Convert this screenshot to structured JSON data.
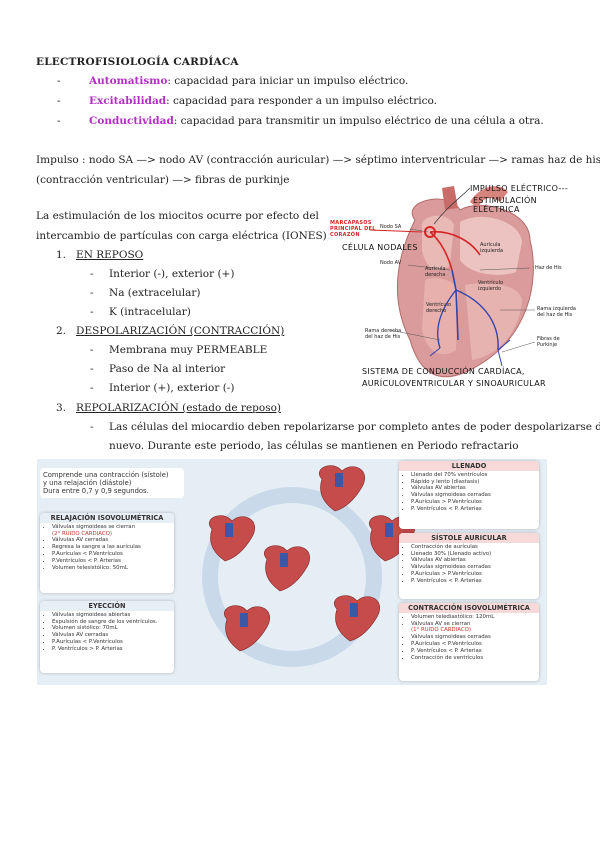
{
  "title": "ELECTROFISIOLOGÍA CARDÍACA",
  "properties": [
    {
      "term": "Automatismo",
      "desc": ": capacidad para iniciar un impulso eléctrico."
    },
    {
      "term": "Excitabilidad",
      "desc": ": capacidad para responder a un impulso eléctrico."
    },
    {
      "term": "Conductividad",
      "desc": ": capacidad para transmitir un impulso eléctrico de una célula a otra."
    }
  ],
  "impulse_line1": "Impulso : nodo SA —> nodo AV (contracción auricular) —> séptimo interventricular —> ramas haz de his",
  "impulse_line2": "(contracción ventricular) —> fibras de purkinje",
  "stim_line1": "La estimulación de los miocitos ocurre por efecto del",
  "stim_line2": "intercambio de partículas con carga eléctrica (IONES)",
  "phases": {
    "p1": {
      "num": "1.",
      "label": "EN REPOSO",
      "items": [
        "Interior (-), exterior (+)",
        "Na (extracelular)",
        "K (intracelular)"
      ]
    },
    "p2": {
      "num": "2.",
      "label": "DESPOLARIZACIÓN (CONTRACCIÓN)",
      "items": [
        "Membrana muy PERMEABLE",
        "Paso de Na al interior",
        "Interior (+), exterior (-)"
      ]
    },
    "p3": {
      "num": "3.",
      "label": "REPOLARIZACIÓN (estado de reposo)",
      "text1": "Las células del miocardio deben repolarizarse por completo antes de poder despolarizarse de",
      "text2": "nuevo. Durante este periodo, las células se mantienen en Periodo refractario"
    }
  },
  "heart_diagram": {
    "hand_top1": "IMPULSO ELÉCTRICO---",
    "hand_top2": "ESTIMULACIÓN ELÉCTRICA",
    "hand_marcapasos": "MARCAPASOS PRINCIPAL DEL CORAZÓN",
    "hand_nodales": "CÉLULA NODALES",
    "hand_bottom1": "SISTEMA DE CONDUCCIÓN CARDÍACA,",
    "hand_bottom2": "AURÍCULOVENTRICULAR Y SINOAURICULAR",
    "labels": {
      "nodo_sa": "Nodo SA",
      "nodo_av": "Nodo AV",
      "auricula_izq": "Aurícula izquierda",
      "auricula_der": "Aurícula derecha",
      "haz_his": "Haz de His",
      "ventriculo_izq": "Ventrículo izquierdo",
      "ventriculo_der": "Ventrículo derecho",
      "rama_izq": "Rama izquierda del haz de His",
      "rama_der": "Rama derecha del haz de His",
      "fibras": "Fibras de Purkinje"
    }
  },
  "cycle": {
    "intro": [
      "Comprende una contracción (sístole)",
      "y una relajación (diástole)",
      "Dura entre 0,7 y 0,9 segundos."
    ],
    "relajacion": {
      "title": "RELAJACIÓN ISOVOLUMÉTRICA",
      "items": [
        "Válvulas sigmoideas se cierran",
        "(2° RUIDO CARDIACO)",
        "Válvulas AV cerradas",
        "Regresa la sangre a las aurículas",
        "P.Aurículas < P.Ventrículos",
        "P.Ventrículos < P. Arterias",
        "Volumen telesistólico: 50mL"
      ]
    },
    "eyeccion": {
      "title": "EYECCIÓN",
      "items": [
        "Válvulas sigmoideas abiertas",
        "Expulsión de sangre de los ventrículos.",
        "Volumen sistólico: 70mL",
        "Válvulas AV cerradas",
        "P.Aurículas < P.Ventrículos",
        "P. Ventrículos > P. Arterias"
      ]
    },
    "llenado": {
      "title": "LLENADO",
      "items": [
        "Llenado del 70% ventrículos",
        "Rápido y lento (diastasis)",
        "Válvulas AV abiertas",
        "Válvulas sigmoideas cerradas",
        "P.Aurículas > P.Ventrículos",
        "P. Ventrículos < P. Arterias"
      ]
    },
    "sistole": {
      "title": "SÍSTOLE AURICULAR",
      "items": [
        "Contracción de aurículas",
        "Llenado 30% (Llenado activo)",
        "Válvulas AV abiertas",
        "Válvulas sigmoideas cerradas",
        "P.Aurículas > P.Ventrículos",
        "P. Ventrículos < P. Arterias"
      ]
    },
    "contraccion": {
      "title": "CONTRACCIÓN ISOVOLUMÉTRICA",
      "items": [
        "Volumen telediastólico: 120mL",
        "Válvulas AV se cierran",
        "(1° RUIDO CARDIACO)",
        "Válvulas sigmoideas cerradas",
        "P.Aurículas < P.Ventrículos",
        "P. Ventrículos < P. Arterias",
        "Contracción de ventrículos"
      ]
    }
  }
}
